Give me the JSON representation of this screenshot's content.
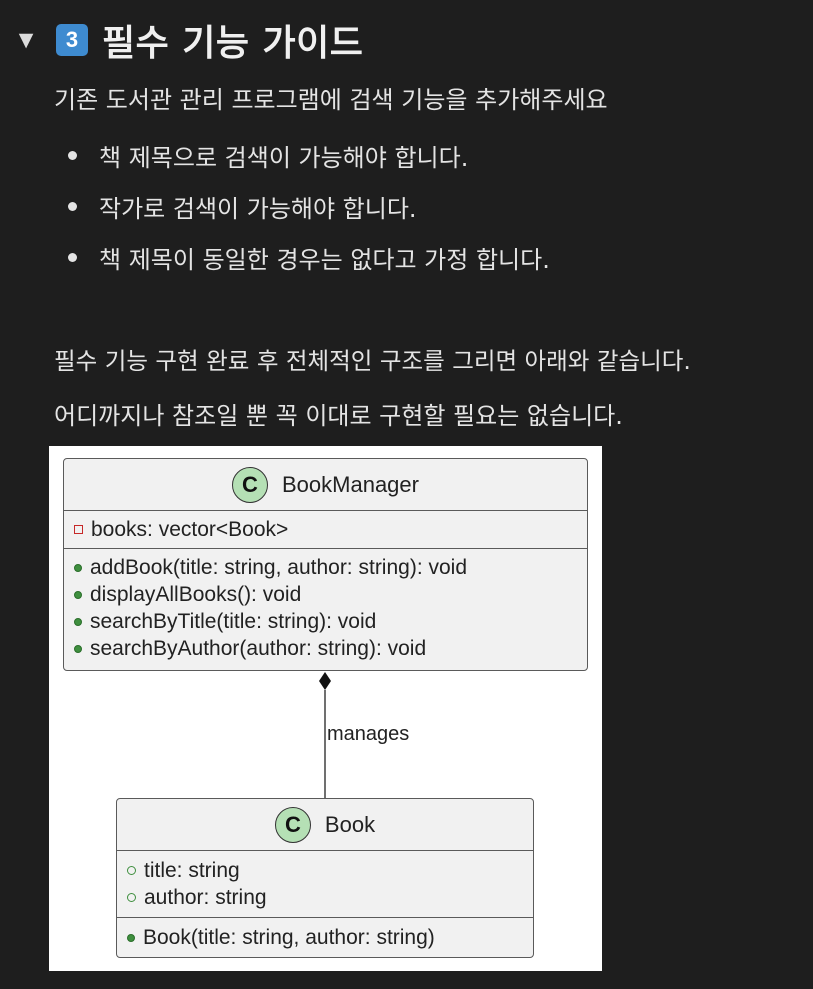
{
  "section": {
    "number": "3",
    "title": "필수 기능 가이드"
  },
  "intro": "기존 도서관 관리 프로그램에 검색 기능을 추가해주세요",
  "bullets": [
    "책 제목으로 검색이 가능해야 합니다.",
    "작가로 검색이 가능해야 합니다.",
    "책 제목이 동일한 경우는 없다고 가정 합니다."
  ],
  "note": {
    "line1": "필수 기능 구현 완료 후 전체적인 구조를 그리면 아래와 같습니다.",
    "line2": "어디까지나 참조일 뿐 꼭 이대로 구현할 필요는 없습니다."
  },
  "diagram": {
    "classes": [
      {
        "stereotype": "C",
        "name": "BookManager",
        "attributes": [
          "books: vector<Book>"
        ],
        "methods": [
          "addBook(title: string, author: string): void",
          "displayAllBooks(): void",
          "searchByTitle(title: string): void",
          "searchByAuthor(author: string): void"
        ]
      },
      {
        "stereotype": "C",
        "name": "Book",
        "attributes": [
          "title: string",
          "author: string"
        ],
        "methods": [
          "Book(title: string, author: string)"
        ]
      }
    ],
    "association": {
      "label": "manages",
      "type": "composition"
    }
  },
  "colors": {
    "background": "#1e1e1e",
    "badge": "#3e8bd0",
    "class_badge": "#b5e0b5",
    "private_marker": "#c62828",
    "public_marker": "#3f8f3f"
  }
}
